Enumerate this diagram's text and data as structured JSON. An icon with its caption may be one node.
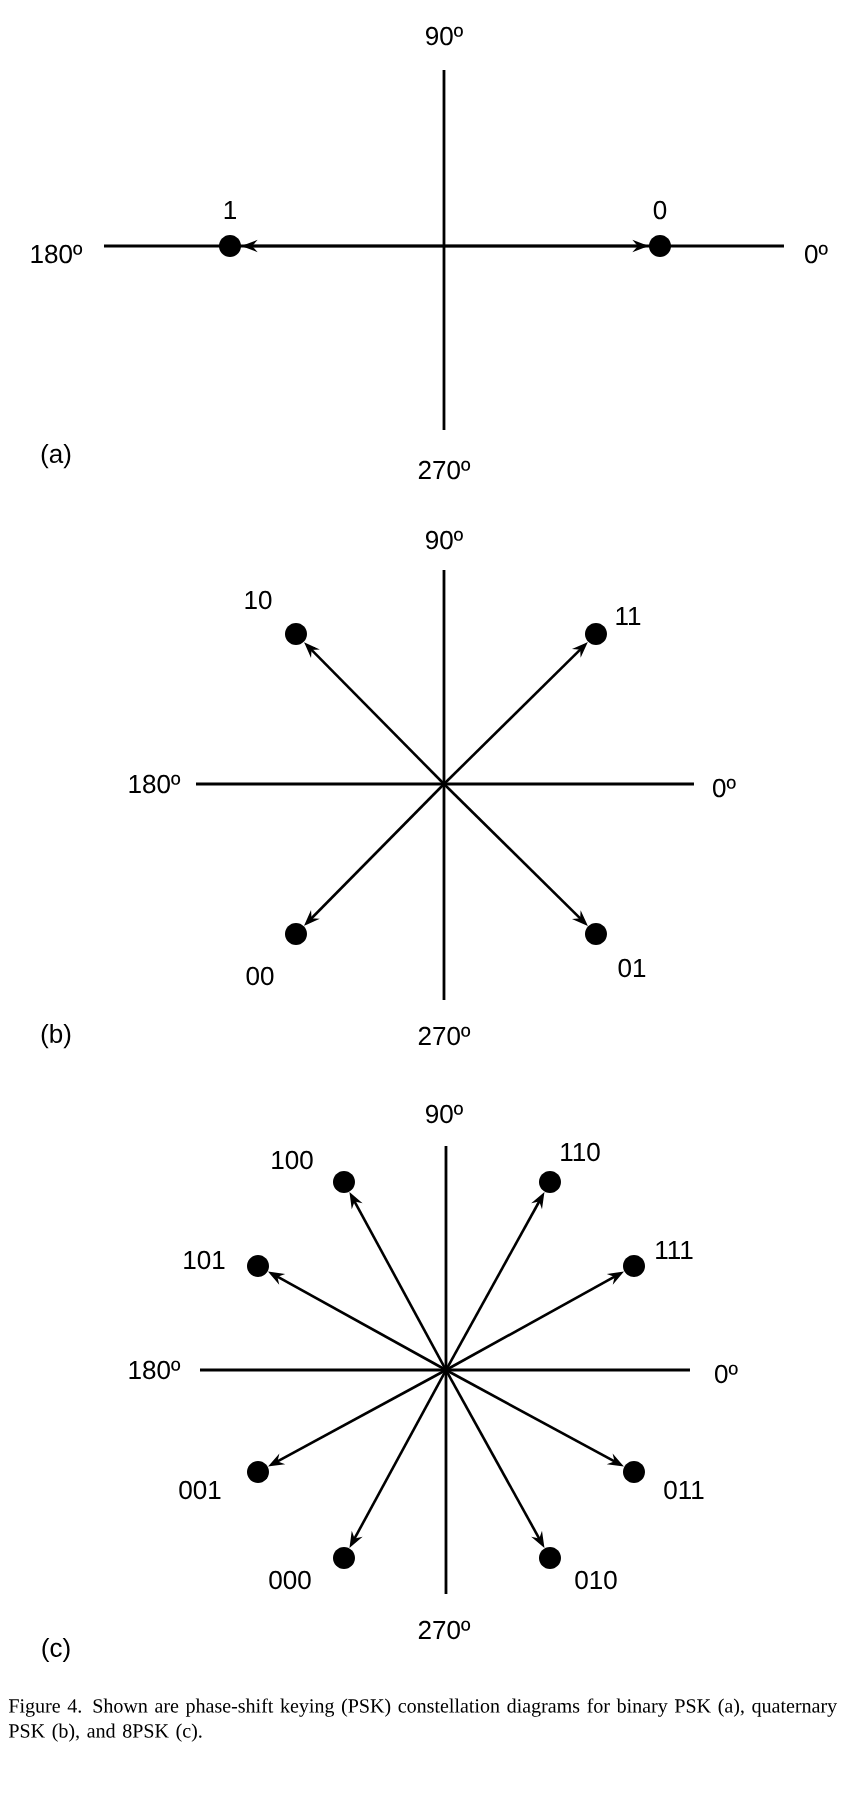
{
  "diagram": {
    "caption": "Figure 4. Shown are phase-shift keying (PSK) constellation diagrams for binary PSK (a), quaternary PSK (b), and 8PSK (c).",
    "nodes": [
      {
        "text": [
          "1"
        ]
      },
      {
        "text": [
          "0"
        ]
      },
      {
        "text": [
          "10"
        ]
      },
      {
        "text": [
          "11"
        ]
      },
      {
        "text": [
          "00"
        ]
      },
      {
        "text": [
          "01"
        ]
      },
      {
        "text": [
          "100"
        ]
      },
      {
        "text": [
          "110"
        ]
      },
      {
        "text": [
          "101"
        ]
      },
      {
        "text": [
          "111"
        ]
      },
      {
        "text": [
          "001"
        ]
      },
      {
        "text": [
          "011"
        ]
      },
      {
        "text": [
          "000"
        ]
      },
      {
        "text": [
          "010"
        ]
      }
    ],
    "edges": [
      {
        "from": null,
        "to": 0,
        "arrow": "to"
      },
      {
        "from": null,
        "to": 1,
        "arrow": "to"
      },
      {
        "from": null,
        "to": 2,
        "arrow": "to"
      },
      {
        "from": null,
        "to": 3,
        "arrow": "to"
      },
      {
        "from": null,
        "to": 4,
        "arrow": "to"
      },
      {
        "from": null,
        "to": 5,
        "arrow": "to"
      },
      {
        "from": null,
        "to": 6,
        "arrow": "to"
      },
      {
        "from": null,
        "to": 7,
        "arrow": "to"
      },
      {
        "from": null,
        "to": 8,
        "arrow": "to"
      },
      {
        "from": null,
        "to": 9,
        "arrow": "to"
      },
      {
        "from": null,
        "to": 10,
        "arrow": "to"
      },
      {
        "from": null,
        "to": 11,
        "arrow": "to"
      },
      {
        "from": null,
        "to": 12,
        "arrow": "to"
      },
      {
        "from": null,
        "to": 13,
        "arrow": "to"
      }
    ],
    "labels": [
      "90º",
      "180º",
      "0º",
      "(a)",
      "270º",
      "90º",
      "180º",
      "0º",
      "(b)",
      "270º",
      "90º",
      "180º",
      "0º",
      "(c)",
      "270º"
    ]
  }
}
